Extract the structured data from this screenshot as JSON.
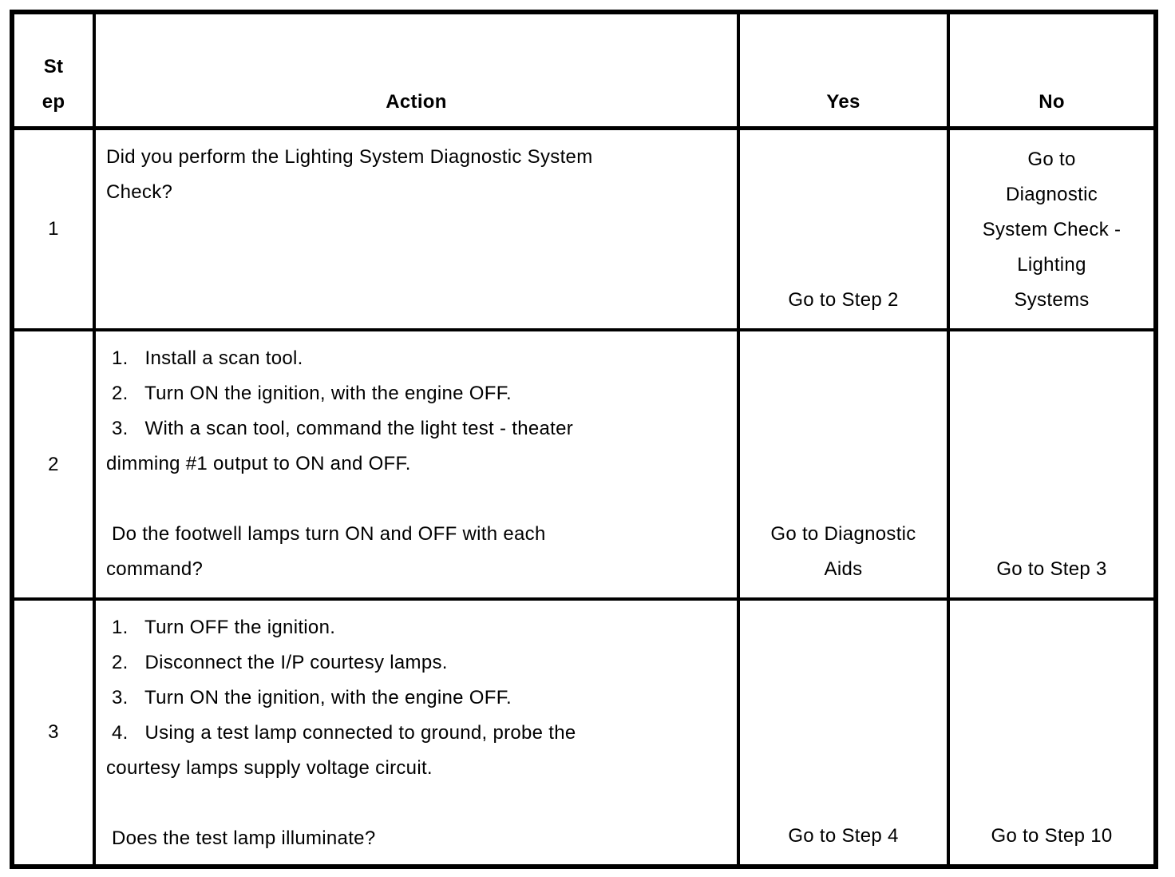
{
  "page": {
    "background_color": "#ffffff",
    "border_color": "#000000",
    "text_color": "#000000"
  },
  "table": {
    "headers": {
      "step": "St\nep",
      "action": "Action",
      "yes": "Yes",
      "no": "No"
    },
    "rows": [
      {
        "step": "1",
        "action": "Did you perform the Lighting System Diagnostic System\nCheck?",
        "yes": "Go to Step 2",
        "no": "Go to\nDiagnostic\nSystem Check -\nLighting\nSystems"
      },
      {
        "step": "2",
        "action": " 1.   Install a scan tool.\n 2.   Turn ON the ignition, with the engine OFF.\n 3.   With a scan tool, command the light test - theater\ndimming #1 output to ON and OFF.\n\n Do the footwell lamps turn ON and OFF with each\ncommand?",
        "yes": "Go to Diagnostic\nAids",
        "no": "Go to Step 3"
      },
      {
        "step": "3",
        "action": " 1.   Turn OFF the ignition.\n 2.   Disconnect the I/P courtesy lamps.\n 3.   Turn ON the ignition, with the engine OFF.\n 4.   Using a test lamp connected to ground, probe the\ncourtesy lamps supply voltage circuit.\n\n Does the test lamp illuminate?",
        "yes": "Go to Step 4",
        "no": "Go to Step 10"
      }
    ]
  }
}
